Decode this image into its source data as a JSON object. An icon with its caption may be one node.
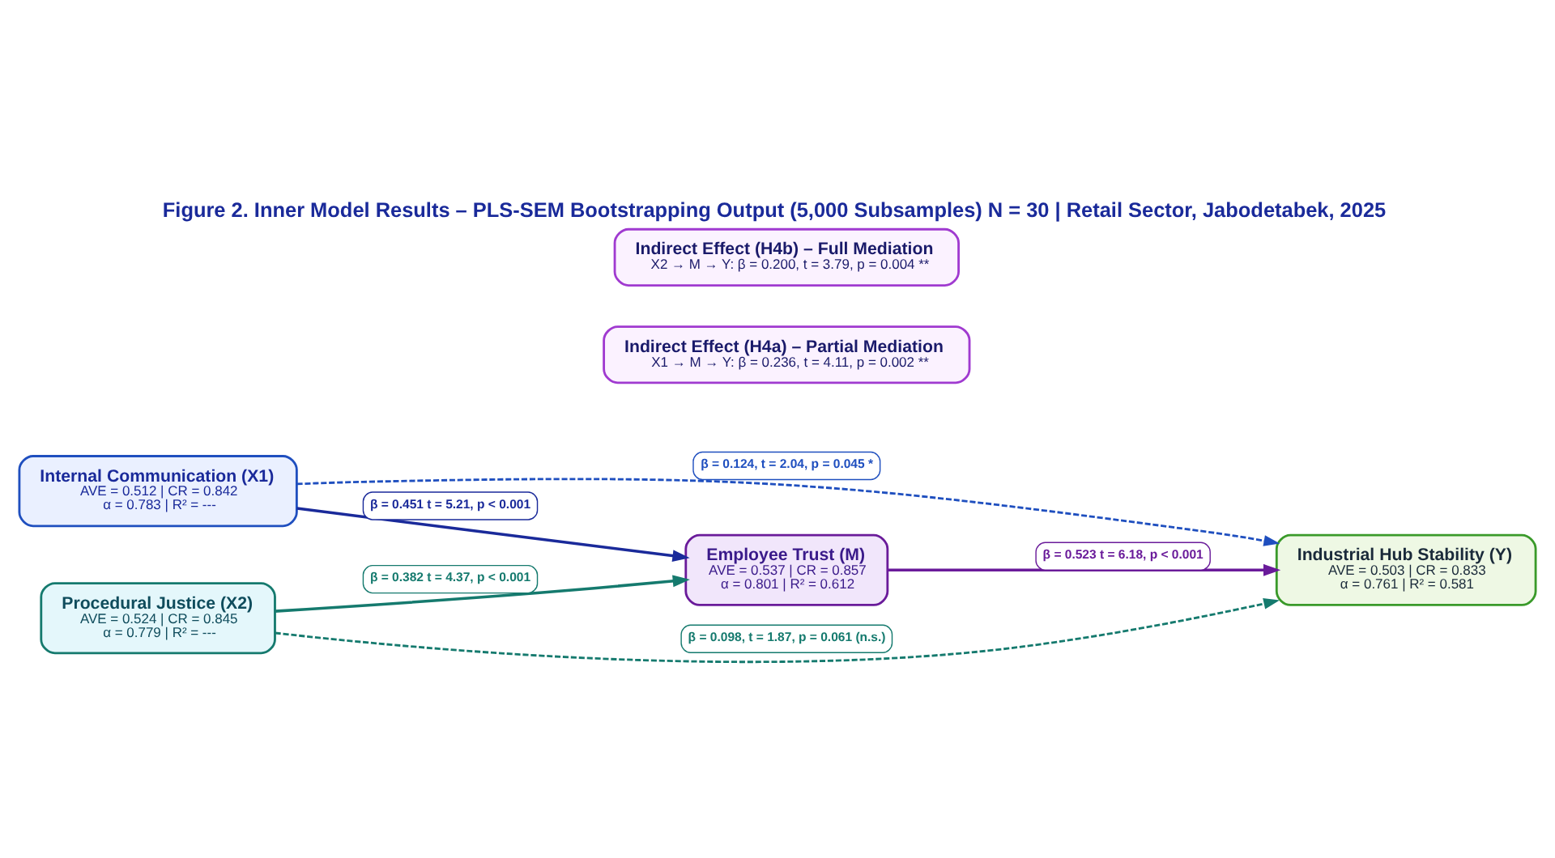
{
  "diagram": {
    "title": "Figure 2. Inner Model Results – PLS-SEM Bootstrapping Output (5,000 Subsamples) N = 30 | Retail Sector, Jabodetabek, 2025",
    "nodes": [
      {
        "text": [
          "Internal Communication (X1)",
          "AVE = 0.512 | CR = 0.842",
          "α = 0.783 | R² = ---"
        ]
      },
      {
        "text": [
          "Procedural Justice (X2)",
          "AVE = 0.524 | CR = 0.845",
          "α = 0.779 | R² = ---"
        ]
      },
      {
        "text": [
          "Employee Trust (M)",
          "AVE = 0.537 | CR = 0.857",
          "α = 0.801 | R² = 0.612"
        ]
      },
      {
        "text": [
          "Industrial Hub Stability (Y)",
          "AVE = 0.503 | CR = 0.833",
          "α = 0.761 | R² = 0.581"
        ]
      },
      {
        "text": [
          "Indirect Effect (H4a) – Partial Mediation",
          "X1 → M → Y: β = 0.236, t = 4.11, p = 0.002 **"
        ]
      },
      {
        "text": [
          "Indirect Effect (H4b) – Full Mediation",
          "X2 → M → Y: β = 0.200, t = 3.79, p = 0.004 **"
        ]
      }
    ],
    "edges": [
      {
        "from": 0,
        "to": 3,
        "arrow": "to",
        "label": "β = 0.124, t = 2.04, p = 0.045 *",
        "style": "dashed",
        "color": "#1f4fbf"
      },
      {
        "from": 0,
        "to": 2,
        "arrow": "to",
        "label": "β = 0.451 t = 5.21, p < 0.001",
        "color": "#1a2a9a"
      },
      {
        "from": 1,
        "to": 2,
        "arrow": "to",
        "label": "β = 0.382 t = 4.37, p < 0.001",
        "color": "#157a6e"
      },
      {
        "from": 2,
        "to": 3,
        "arrow": "to",
        "label": "β = 0.523 t = 6.18, p < 0.001",
        "color": "#6a1b9a"
      },
      {
        "from": 1,
        "to": 3,
        "arrow": "to",
        "label": "β = 0.098, t = 1.87, p = 0.061 (n.s.)",
        "style": "dashed",
        "color": "#157a6e"
      }
    ]
  }
}
